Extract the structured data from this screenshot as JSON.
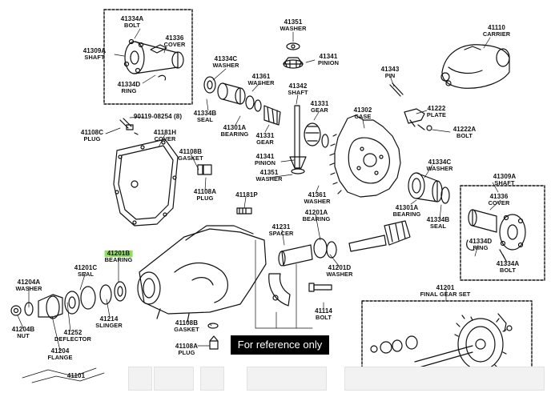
{
  "parts": [
    {
      "id": "p41334A_top",
      "number": "41334A",
      "name": "BOLT"
    },
    {
      "id": "p41336_top",
      "number": "41336",
      "name": "COVER"
    },
    {
      "id": "p41309A_top",
      "number": "41309A",
      "name": "SHAFT"
    },
    {
      "id": "p41334D_top",
      "number": "41334D",
      "name": "RING"
    },
    {
      "id": "p41351_top",
      "number": "41351",
      "name": "WASHER"
    },
    {
      "id": "p41341_top",
      "number": "41341",
      "name": "PINION"
    },
    {
      "id": "p41110",
      "number": "41110",
      "name": "CARRIER"
    },
    {
      "id": "p41334C_top",
      "number": "41334C",
      "name": "WASHER"
    },
    {
      "id": "p41361_top",
      "number": "41361",
      "name": "WASHER"
    },
    {
      "id": "p41342",
      "number": "41342",
      "name": "SHAFT"
    },
    {
      "id": "p41343",
      "number": "41343",
      "name": "PIN"
    },
    {
      "id": "p41334B_top",
      "number": "41334B",
      "name": "SEAL"
    },
    {
      "id": "p41331_top",
      "number": "41331",
      "name": "GEAR"
    },
    {
      "id": "p41302",
      "number": "41302",
      "name": "CASE"
    },
    {
      "id": "p41222",
      "number": "41222",
      "name": "PLATE"
    },
    {
      "id": "p90119",
      "number": "90119-08254 (8)",
      "name": ""
    },
    {
      "id": "p41301A_top",
      "number": "41301A",
      "name": "BEARING"
    },
    {
      "id": "p41331_mid",
      "number": "41331",
      "name": "GEAR"
    },
    {
      "id": "p41222A",
      "number": "41222A",
      "name": "BOLT"
    },
    {
      "id": "p41108C",
      "number": "41108C",
      "name": "PLUG"
    },
    {
      "id": "p41181H",
      "number": "41181H",
      "name": "COVER"
    },
    {
      "id": "p41108B_top",
      "number": "41108B",
      "name": "GASKET"
    },
    {
      "id": "p41341_mid",
      "number": "41341",
      "name": "PINION"
    },
    {
      "id": "p41334C_right",
      "number": "41334C",
      "name": "WASHER"
    },
    {
      "id": "p41351_mid",
      "number": "41351",
      "name": "WASHER"
    },
    {
      "id": "p41309A_right",
      "number": "41309A",
      "name": "SHAFT"
    },
    {
      "id": "p41108A_top",
      "number": "41108A",
      "name": "PLUG"
    },
    {
      "id": "p41181P",
      "number": "41181P",
      "name": ""
    },
    {
      "id": "p41361_mid",
      "number": "41361",
      "name": "WASHER"
    },
    {
      "id": "p41336_right",
      "number": "41336",
      "name": "COVER"
    },
    {
      "id": "p41301A_right",
      "number": "41301A",
      "name": "BEARING"
    },
    {
      "id": "p41201A",
      "number": "41201A",
      "name": "BEARING"
    },
    {
      "id": "p41334B_right",
      "number": "41334B",
      "name": "SEAL"
    },
    {
      "id": "p41231",
      "number": "41231",
      "name": "SPACER"
    },
    {
      "id": "p41334D_right",
      "number": "41334D",
      "name": "RING"
    },
    {
      "id": "p41201B",
      "number": "41201B",
      "name": "BEARING",
      "highlight": true
    },
    {
      "id": "p41334A_right",
      "number": "41334A",
      "name": "BOLT"
    },
    {
      "id": "p41201C",
      "number": "41201C",
      "name": "SEAL"
    },
    {
      "id": "p41201D",
      "number": "41201D",
      "name": "WASHER"
    },
    {
      "id": "p41204A",
      "number": "41204A",
      "name": "WASHER"
    },
    {
      "id": "p41201",
      "number": "41201",
      "name": "FINAL GEAR SET"
    },
    {
      "id": "p41114",
      "number": "41114",
      "name": "BOLT"
    },
    {
      "id": "p41214",
      "number": "41214",
      "name": "SLINGER"
    },
    {
      "id": "p41204B",
      "number": "41204B",
      "name": "NUT"
    },
    {
      "id": "p41252",
      "number": "41252",
      "name": "DEFLECTOR"
    },
    {
      "id": "p41108B_bot",
      "number": "41108B",
      "name": "GASKET"
    },
    {
      "id": "p41108A_bot",
      "number": "41108A",
      "name": "PLUG"
    },
    {
      "id": "p41204",
      "number": "41204",
      "name": "FLANGE"
    },
    {
      "id": "p41101",
      "number": "41101",
      "name": ""
    }
  ],
  "watermark": "For reference only",
  "colors": {
    "ink": "#111111",
    "highlight": "#8ee05a",
    "watermark_bg": "#000000",
    "watermark_text": "#ffffff"
  }
}
